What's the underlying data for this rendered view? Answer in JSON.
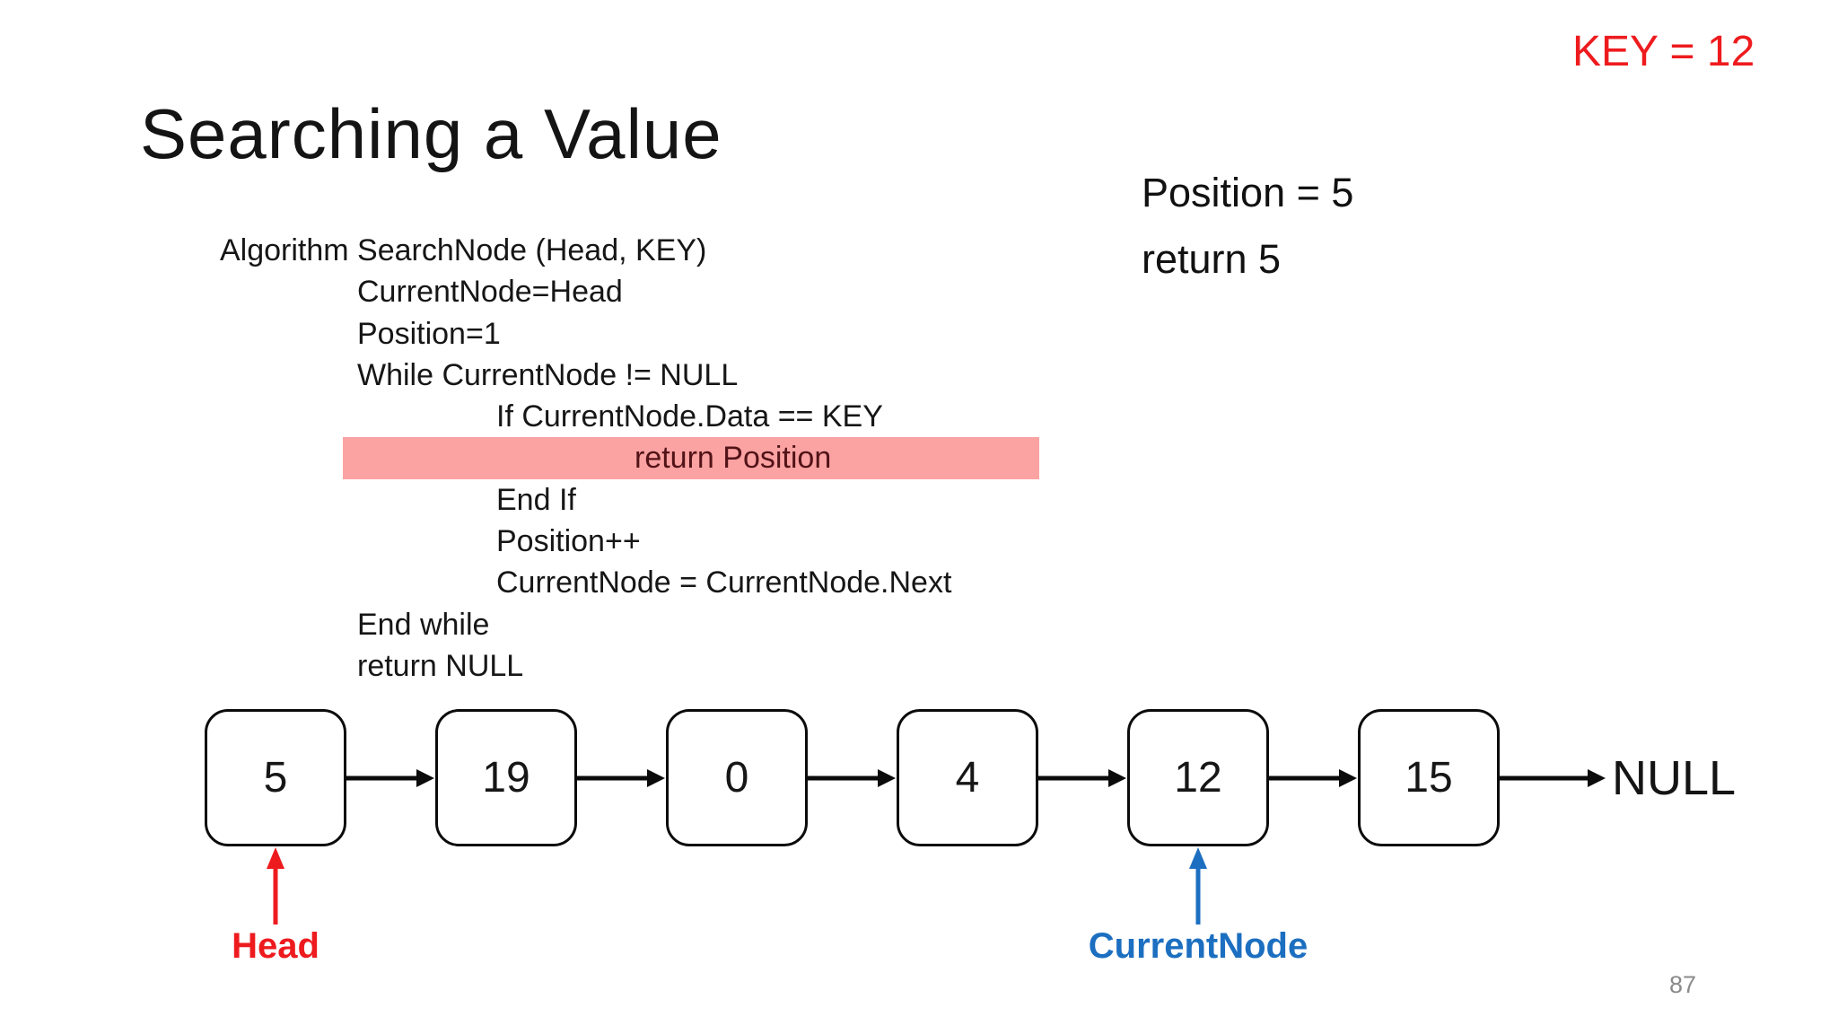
{
  "slide": {
    "key_label": "KEY = 12",
    "title": "Searching a Value",
    "page_number": "87"
  },
  "code": {
    "lines": [
      "Algorithm SearchNode (Head, KEY)",
      "CurrentNode=Head",
      "Position=1",
      "While CurrentNode != NULL",
      "If CurrentNode.Data == KEY",
      "return Position",
      "End If",
      "Position++",
      "CurrentNode = CurrentNode.Next",
      "End while",
      "return NULL"
    ]
  },
  "result": {
    "line1": "Position = 5",
    "line2": "return 5"
  },
  "linked_list": {
    "nodes": [
      "5",
      "19",
      "0",
      "4",
      "12",
      "15"
    ],
    "terminator": "NULL",
    "head_label": "Head",
    "current_node_label": "CurrentNode"
  },
  "colors": {
    "red": "#ee1b1e",
    "blue": "#1c6fc0",
    "highlight_pink": "#fba2a2",
    "highlight_text": "#511317",
    "page_number_gray": "#8a8a8a"
  }
}
